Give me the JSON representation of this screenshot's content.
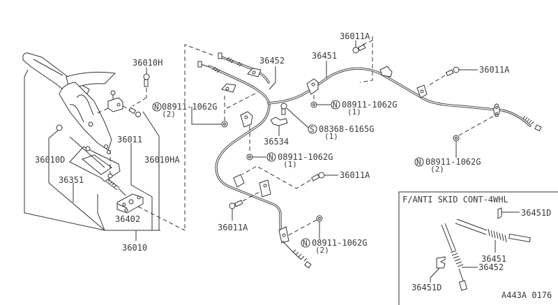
{
  "diagram": {
    "title": "Parking brake control & cables",
    "reference_code": "A443A 0176",
    "inset": {
      "title": "F/ANTI SKID CONT-4WHL",
      "labels": {
        "clip_top": "36451D",
        "cable_rh": "36451",
        "cable_lh": "36452",
        "clip_bottom": "36451D"
      }
    },
    "labels": {
      "lever_bolt": "36010H",
      "lever_bracket_bolt": "36011",
      "lever_assy_d": "36010D",
      "lever_assy_ha": "36010HA",
      "front_cable": "36351",
      "equalizer": "36402",
      "lever_assy": "36010",
      "rear_cable_lh": "36452",
      "rear_cable_rh": "36451",
      "bolt_top": "36011A",
      "bolt_right": "36011A",
      "bolt_mid": "36011A",
      "bolt_lower": "36011A",
      "clamp": "36534"
    },
    "fasteners": [
      {
        "id": "nut-left",
        "prefix": "N",
        "part": "08911-1062G",
        "qty": "(2)"
      },
      {
        "id": "nut-center",
        "prefix": "N",
        "part": "08911-1062G",
        "qty": "(1)"
      },
      {
        "id": "screw-center",
        "prefix": "S",
        "part": "08368-6165G",
        "qty": "(1)"
      },
      {
        "id": "nut-mid",
        "prefix": "N",
        "part": "08911-1062G",
        "qty": "(1)"
      },
      {
        "id": "nut-right",
        "prefix": "N",
        "part": "08911-1062G",
        "qty": "(2)"
      },
      {
        "id": "nut-bottom",
        "prefix": "N",
        "part": "08911-1062G",
        "qty": "(2)"
      }
    ]
  }
}
